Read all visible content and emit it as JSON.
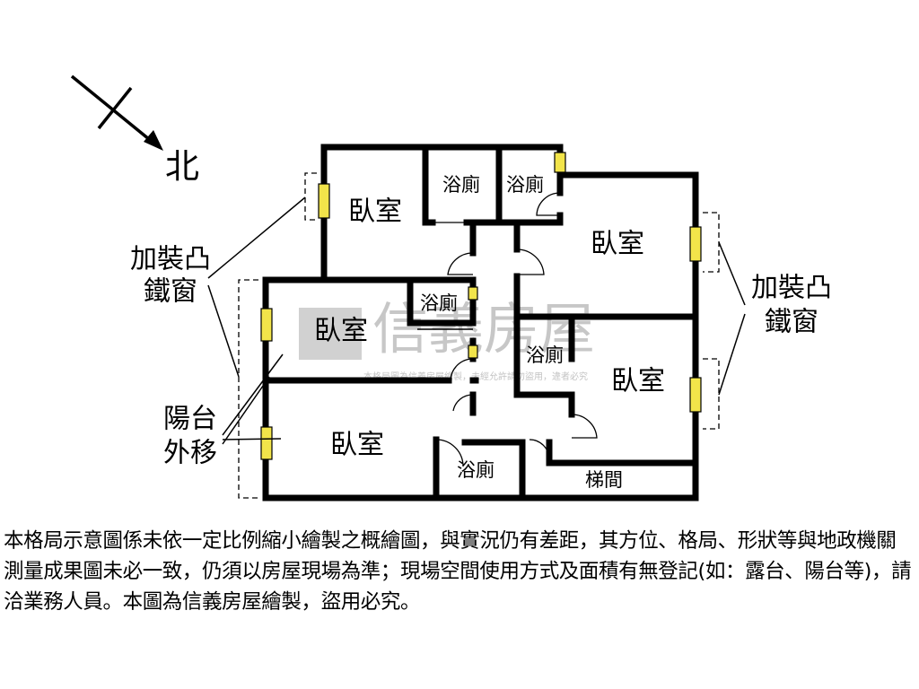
{
  "compass": {
    "north_label": "北"
  },
  "rooms": {
    "bedroom_top_left": "臥室",
    "bedroom_top_right": "臥室",
    "bedroom_mid_left": "臥室",
    "bedroom_mid_right": "臥室",
    "bedroom_bottom_left": "臥室",
    "bath_top_1": "浴廁",
    "bath_top_2": "浴廁",
    "bath_center": "浴廁",
    "bath_right": "浴廁",
    "bath_bottom": "浴廁",
    "stairs": "梯間"
  },
  "annotations": {
    "left_window_line1": "加裝凸",
    "left_window_line2": "鐵窗",
    "right_window_line1": "加裝凸",
    "right_window_line2": "鐵窗",
    "balcony_line1": "陽台",
    "balcony_line2": "外移"
  },
  "watermark": {
    "brand": "信義房屋",
    "subtext": "本格局圖為信義房屋繪製，未經允許請勿盜用，違者必究"
  },
  "disclaimer": "本格局示意圖係未依一定比例縮小繪製之概繪圖，與實況仍有差距，其方位、格局、形狀等與地政機關測量成果圖未必一致，仍須以房屋現場為準；現場空間使用方式及面積有無登記(如：露台、陽台等)，請洽業務人員。本圖為信義房屋繪製，盜用必究。",
  "colors": {
    "window_fill": "#f2e44a",
    "watermark": "#9a9a9a",
    "wall": "#000000"
  }
}
